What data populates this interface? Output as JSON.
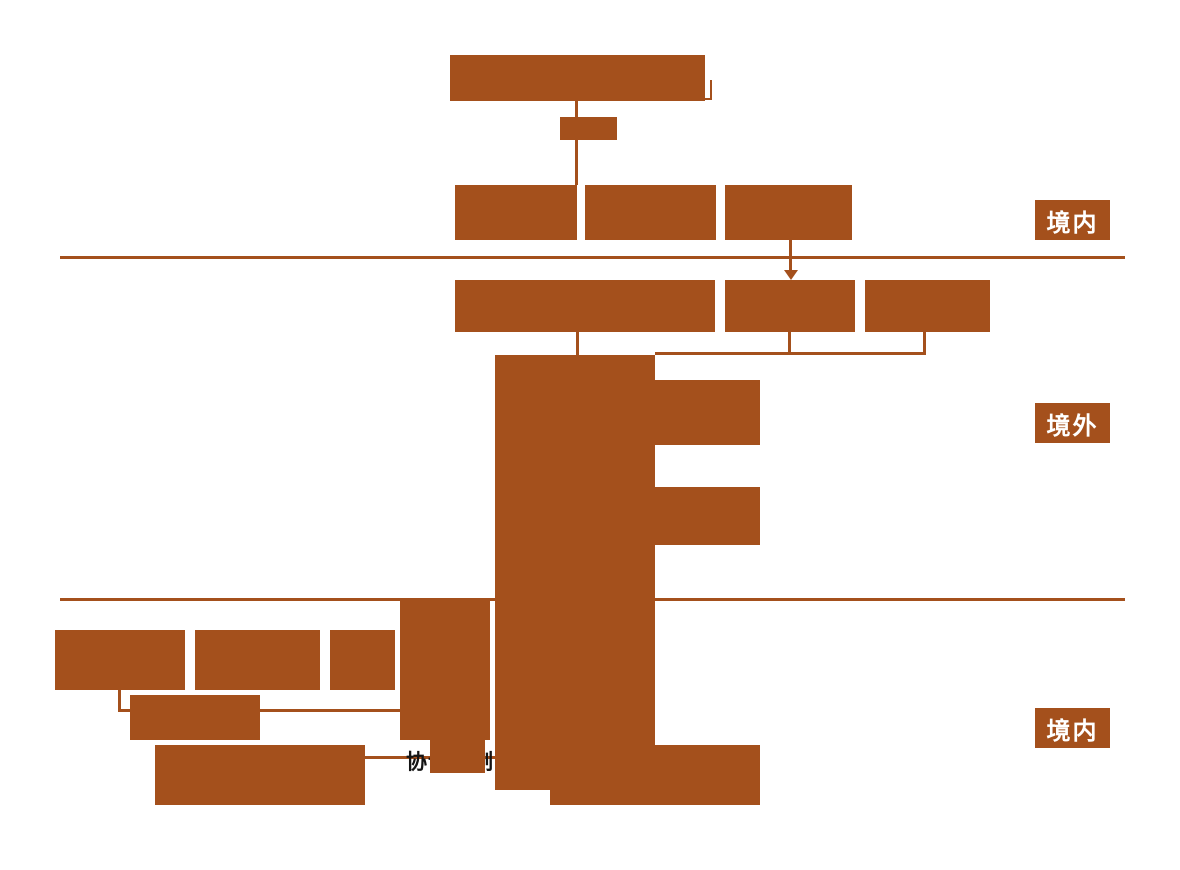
{
  "diagram": {
    "colors": {
      "node_fill": "#A4501C",
      "connector": "#A4501C",
      "background": "#ffffff",
      "badge_text": "#ffffff",
      "annotation_text": "#141414"
    },
    "region_labels": {
      "top": "境内",
      "middle": "境外",
      "bottom": "境内"
    },
    "annotations": {
      "control_label": "协议控制"
    }
  }
}
